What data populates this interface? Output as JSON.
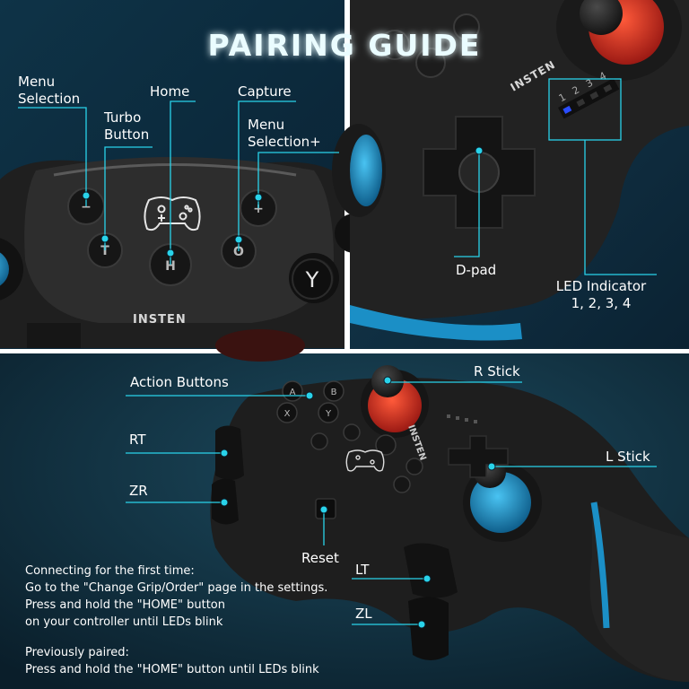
{
  "title": "PAIRING GUIDE",
  "labels": {
    "menu_selection": [
      "Menu",
      "Selection"
    ],
    "home": "Home",
    "capture": "Capture",
    "turbo_button": [
      "Turbo",
      "Button"
    ],
    "menu_selection_plus": [
      "Menu",
      "Selection+"
    ],
    "d_pad": "D-pad",
    "led_indicator": [
      "LED Indicator",
      "1, 2, 3, 4"
    ],
    "action_buttons": "Action Buttons",
    "r_stick": "R Stick",
    "rt": "RT",
    "zr": "ZR",
    "l_stick": "L Stick",
    "reset": "Reset",
    "lt": "LT",
    "zl": "ZL"
  },
  "brand": "INSTEN",
  "button_glyphs": {
    "minus": "−",
    "plus": "+",
    "turbo": "T",
    "home": "H",
    "capture": "O",
    "y": "Y",
    "abxy": [
      "A",
      "B",
      "X",
      "Y"
    ]
  },
  "led_numbers": [
    "1",
    "2",
    "3",
    "4"
  ],
  "instructions": {
    "first_time": [
      "Connecting for the first time:",
      "Go to the \"Change Grip/Order\" page in the settings.",
      "Press and hold the \"HOME\" button",
      "on your controller until LEDs blink"
    ],
    "paired": [
      "Previously paired:",
      "Press and hold the \"HOME\" button until LEDs blink"
    ]
  },
  "colors": {
    "accent": "#29d3ea",
    "stick_red": "#c9241f",
    "stick_blue": "#1b8fc6",
    "led_blue": "#2a4dff"
  }
}
